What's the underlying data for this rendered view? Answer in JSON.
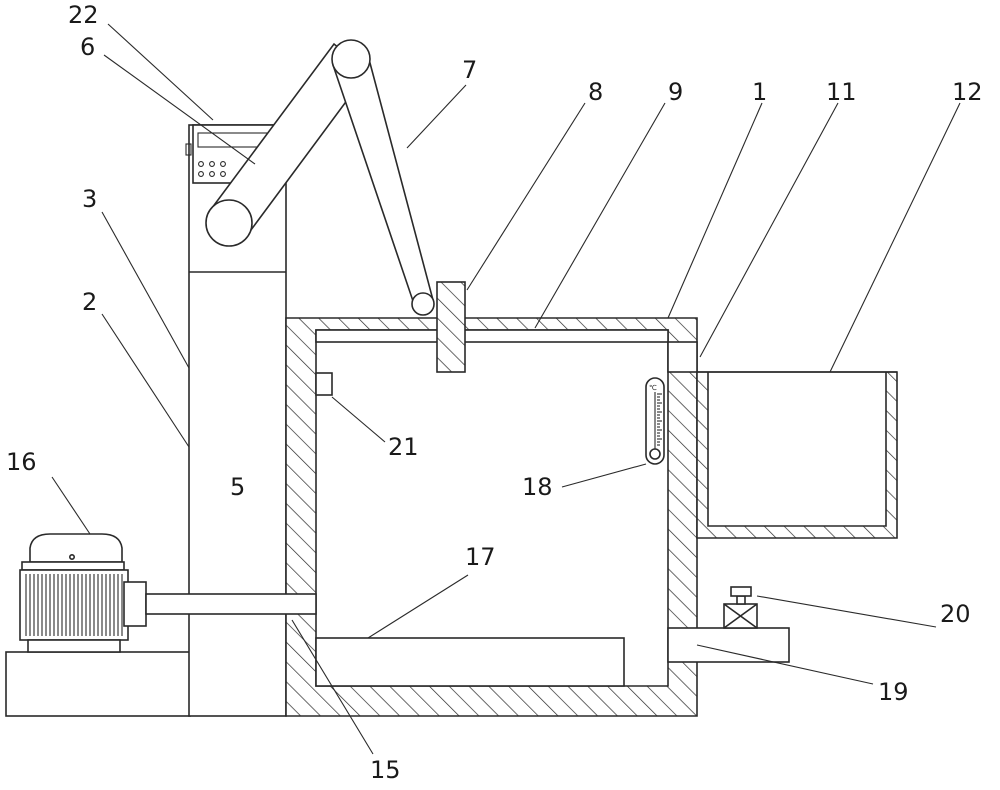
{
  "labels": {
    "l1": "1",
    "l2": "2",
    "l3": "3",
    "l5": "5",
    "l6": "6",
    "l7": "7",
    "l8": "8",
    "l9": "9",
    "l11": "11",
    "l12": "12",
    "l15": "15",
    "l16": "16",
    "l17": "17",
    "l18": "18",
    "l19": "19",
    "l20": "20",
    "l21": "21",
    "l22": "22"
  },
  "thermometer": {
    "unit": "℃"
  }
}
